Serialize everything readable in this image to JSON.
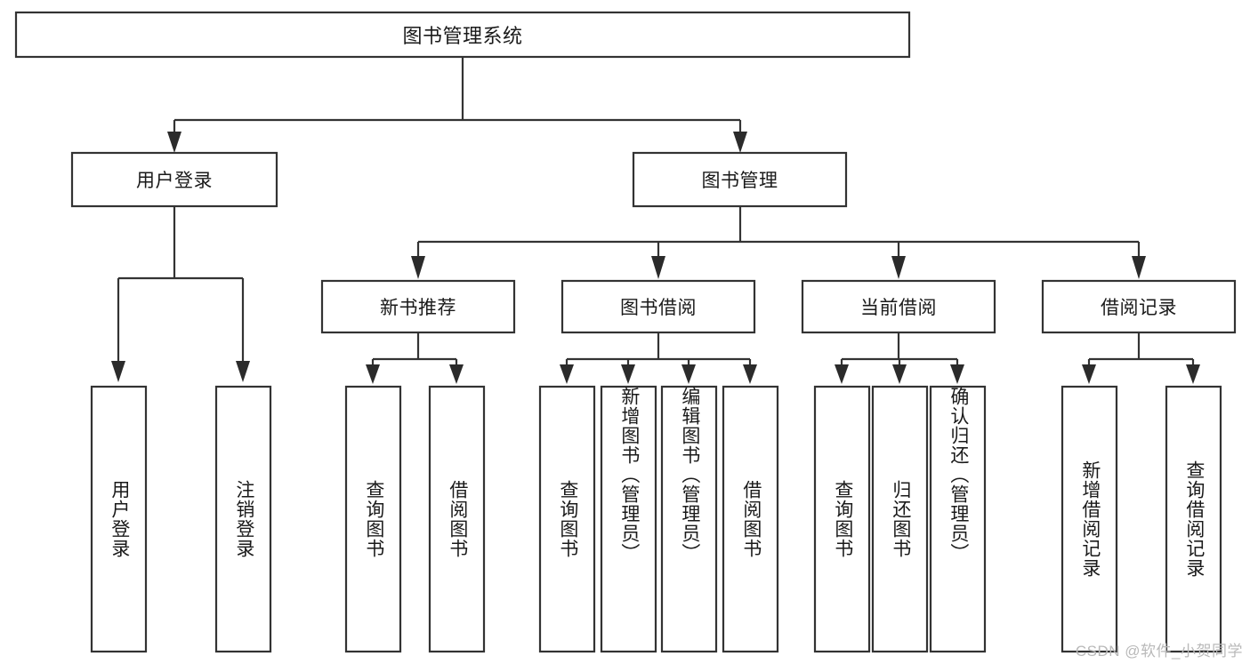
{
  "diagram": {
    "type": "tree-hierarchy-chart",
    "title": "图书管理系统",
    "watermark": "CSDN @软件_小贺同学",
    "colors": {
      "box_stroke": "#333333",
      "box_fill": "#ffffff",
      "connector": "#333333",
      "arrow": "#2b2b2b",
      "text": "#1a1a1a",
      "watermark": "#b9b9b9",
      "background": "#ffffff"
    },
    "root": {
      "id": "root",
      "label": "图书管理系统"
    },
    "level2": [
      {
        "id": "user-login",
        "label": "用户登录"
      },
      {
        "id": "book-manage",
        "label": "图书管理"
      }
    ],
    "level3": [
      {
        "id": "new-book-recommend",
        "label": "新书推荐",
        "parent": "book-manage"
      },
      {
        "id": "book-borrow",
        "label": "图书借阅",
        "parent": "book-manage"
      },
      {
        "id": "current-borrow",
        "label": "当前借阅",
        "parent": "book-manage"
      },
      {
        "id": "borrow-record",
        "label": "借阅记录",
        "parent": "book-manage"
      }
    ],
    "leaves": {
      "user-login": [
        {
          "id": "leaf-user-login",
          "label": "用户登录"
        },
        {
          "id": "leaf-logout-login",
          "label": "注销登录"
        }
      ],
      "new-book-recommend": [
        {
          "id": "leaf-query-book-1",
          "label": "查询图书"
        },
        {
          "id": "leaf-borrow-book-1",
          "label": "借阅图书"
        }
      ],
      "book-borrow": [
        {
          "id": "leaf-query-book-2",
          "label": "查询图书"
        },
        {
          "id": "leaf-add-book",
          "label": "新增图书（管理员）"
        },
        {
          "id": "leaf-edit-book",
          "label": "编辑图书（管理员）"
        },
        {
          "id": "leaf-borrow-book-2",
          "label": "借阅图书"
        }
      ],
      "current-borrow": [
        {
          "id": "leaf-query-book-3",
          "label": "查询图书"
        },
        {
          "id": "leaf-return-book",
          "label": "归还图书"
        },
        {
          "id": "leaf-confirm-return",
          "label": "确认归还（管理员）"
        }
      ],
      "borrow-record": [
        {
          "id": "leaf-add-record",
          "label": "新增借阅记录"
        },
        {
          "id": "leaf-query-record",
          "label": "查询借阅记录"
        }
      ]
    }
  }
}
